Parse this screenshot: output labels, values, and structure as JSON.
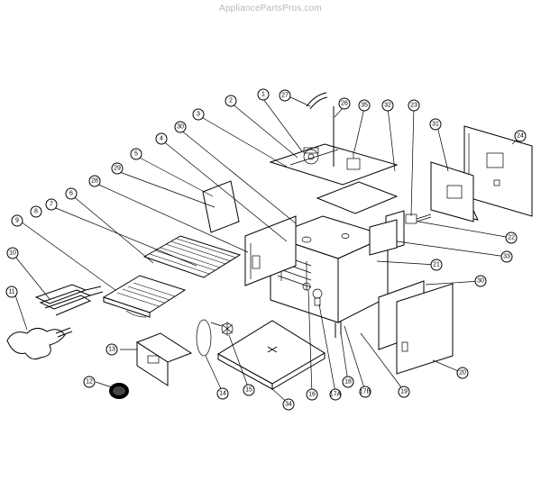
{
  "watermark": "AppliancePartsPros.com",
  "callouts": {
    "c1": "1",
    "c2": "2",
    "c3": "3",
    "c4": "4",
    "c5": "5",
    "c6": "6",
    "c7": "7",
    "c8": "8",
    "c9": "9",
    "c10": "10",
    "c11": "11",
    "c12": "12",
    "c13": "13",
    "c14": "14",
    "c15": "15",
    "c16": "16",
    "c17a": "17A",
    "c17b": "17B",
    "c18": "18",
    "c19": "19",
    "c20": "20",
    "c21": "21",
    "c22": "22",
    "c23": "23",
    "c24": "24",
    "c26": "26",
    "c27": "27",
    "c28": "28",
    "c29": "29",
    "c30a": "30",
    "c30b": "30",
    "c31": "31",
    "c32": "32",
    "c33": "33",
    "c34": "34",
    "c35": "35"
  }
}
